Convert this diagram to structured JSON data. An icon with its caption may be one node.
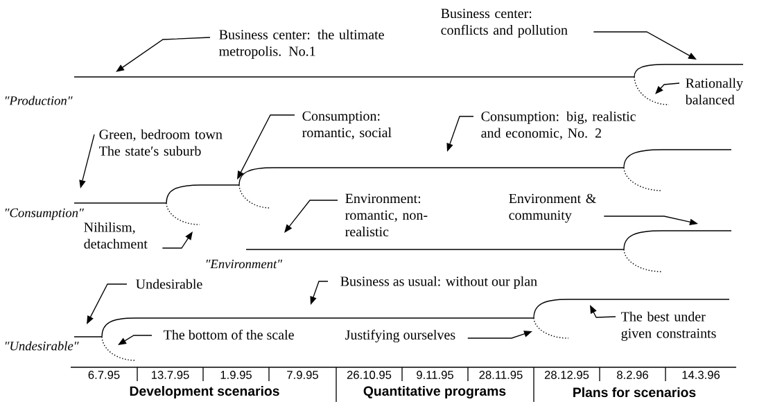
{
  "diagram": {
    "nodes": [
      {
        "text": [
          "Business center: the ultimate metropolis. No.1"
        ]
      },
      {
        "text": [
          "Business center: conflicts and pollution"
        ]
      },
      {
        "text": [
          "Rationally balanced"
        ]
      },
      {
        "text": [
          "Consumption: romantic, social"
        ]
      },
      {
        "text": [
          "Consumption: big, realistic and economic, No. 2"
        ]
      },
      {
        "text": [
          "Green, bedroom town The state′s suburb"
        ]
      },
      {
        "text": [
          "Environment: romantic, non-realistic"
        ]
      },
      {
        "text": [
          "Environment & community"
        ]
      },
      {
        "text": [
          "Nihilism, detachment"
        ]
      },
      {
        "text": [
          "Undesirable"
        ]
      },
      {
        "text": [
          "Business as usual: without our plan"
        ]
      },
      {
        "text": [
          "The bottom of the scale"
        ]
      },
      {
        "text": [
          "Justifying ourselves"
        ]
      },
      {
        "text": [
          "The best under given constraints"
        ]
      }
    ],
    "edges": [
      {
        "from": 0,
        "to": null,
        "arrow": "to"
      },
      {
        "from": 1,
        "to": null,
        "arrow": "to"
      },
      {
        "from": 2,
        "to": null,
        "arrow": "to"
      },
      {
        "from": 3,
        "to": null,
        "arrow": "to"
      },
      {
        "from": 4,
        "to": null,
        "arrow": "to"
      },
      {
        "from": 5,
        "to": null,
        "arrow": "to"
      },
      {
        "from": 6,
        "to": null,
        "arrow": "to"
      },
      {
        "from": 7,
        "to": null,
        "arrow": "to"
      },
      {
        "from": 8,
        "to": null,
        "arrow": "to"
      },
      {
        "from": 9,
        "to": null,
        "arrow": "to"
      },
      {
        "from": 10,
        "to": null,
        "arrow": "to"
      },
      {
        "from": 11,
        "to": null,
        "arrow": "to"
      },
      {
        "from": 12,
        "to": null,
        "arrow": "to"
      },
      {
        "from": 13,
        "to": null,
        "arrow": "to"
      }
    ],
    "labels": [
      "″Production″",
      "″Consumption″",
      "″Environment″",
      "″Undesirable″",
      "6.7.95",
      "13.7.95",
      "1.9.95",
      "7.9.95",
      "26.10.95",
      "9.11.95",
      "28.11.95",
      "28.12.95",
      "8.2.96",
      "14.3.96",
      "Development scenarios",
      "Quantitative programs",
      "Plans for scenarios"
    ]
  }
}
